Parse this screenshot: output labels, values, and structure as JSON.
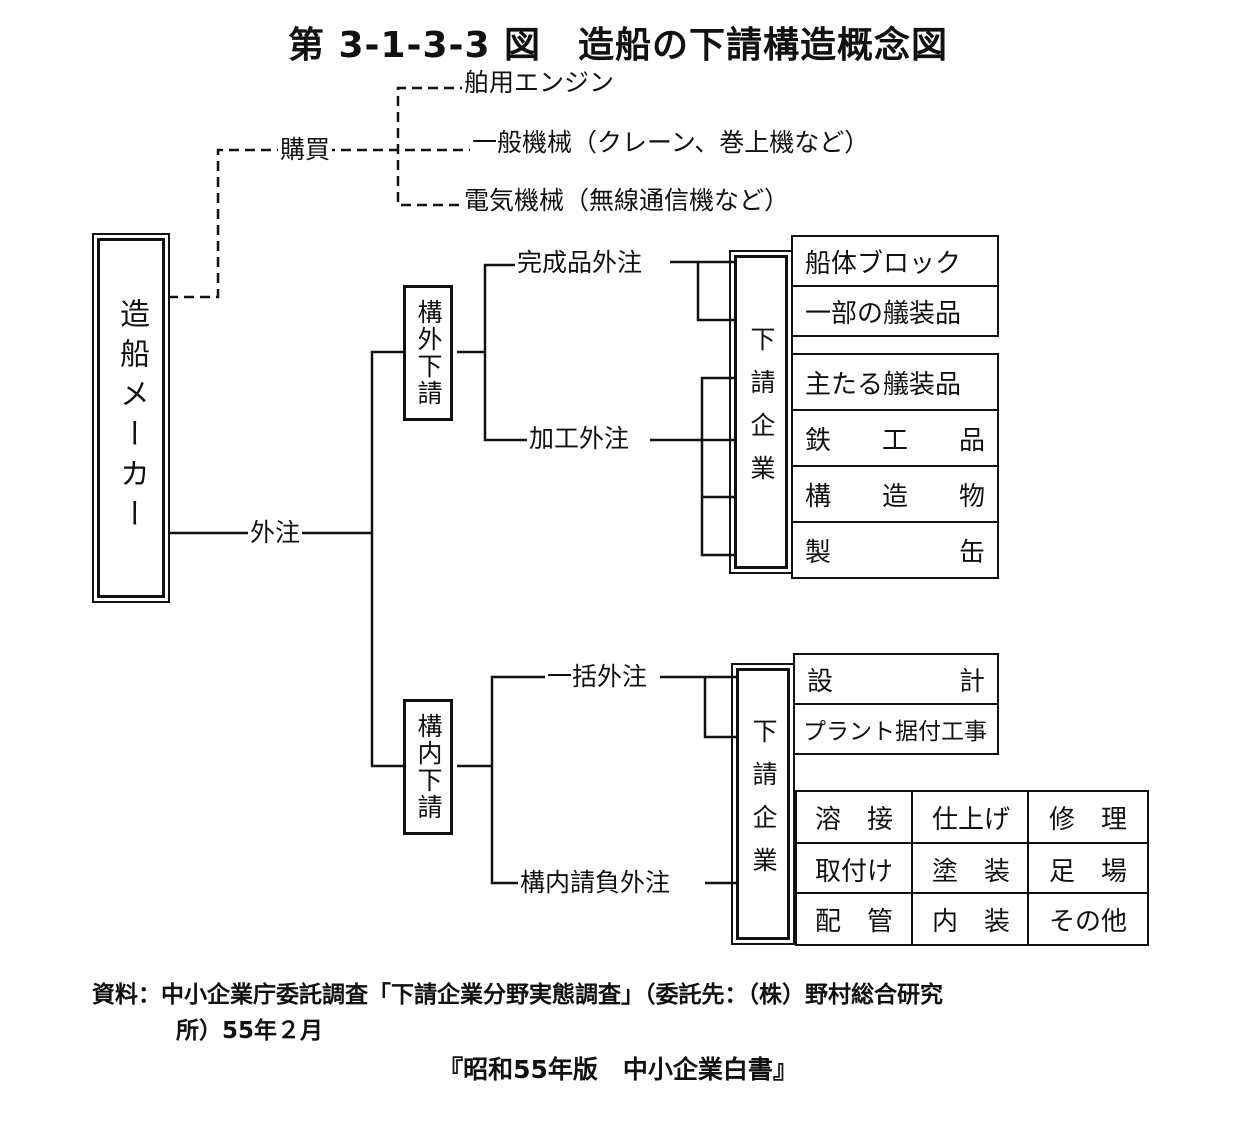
{
  "title": "第 3-1-3-3 図　造船の下請構造概念図",
  "maker": "造船メーカー",
  "purchase": {
    "label": "購買",
    "items": [
      "舶用エンジン",
      "一般機械（クレーン、巻上機など）",
      "電気機械（無線通信機など）"
    ]
  },
  "outsource_label": "外注",
  "outside": {
    "box": "構外下請",
    "finished_label": "完成品外注",
    "process_label": "加工外注",
    "sub_box": "下請企業",
    "finished_items": [
      "船体ブロック",
      "一部の艤装品"
    ],
    "process_items": [
      [
        "主たる艤装品"
      ],
      [
        "鉄",
        "工",
        "品"
      ],
      [
        "構",
        "造",
        "物"
      ],
      [
        "製",
        "缶"
      ]
    ]
  },
  "inside": {
    "box": "構内下請",
    "bulk_label": "一括外注",
    "contract_label": "構内請負外注",
    "sub_box": "下請企業",
    "bulk_items": [
      [
        "設",
        "計"
      ],
      [
        "プラント据付工事"
      ]
    ],
    "grid": [
      [
        "溶　接",
        "仕上げ",
        "修　理"
      ],
      [
        "取付け",
        "塗　装",
        "足　場"
      ],
      [
        "配　管",
        "内　装",
        "その他"
      ]
    ]
  },
  "source": {
    "line1": "資料：中小企業庁委託調査「下請企業分野実態調査」（委託先：（株）野村総合研究",
    "line2": "所）55年２月",
    "citation": "『昭和55年版　中小企業白書』"
  }
}
